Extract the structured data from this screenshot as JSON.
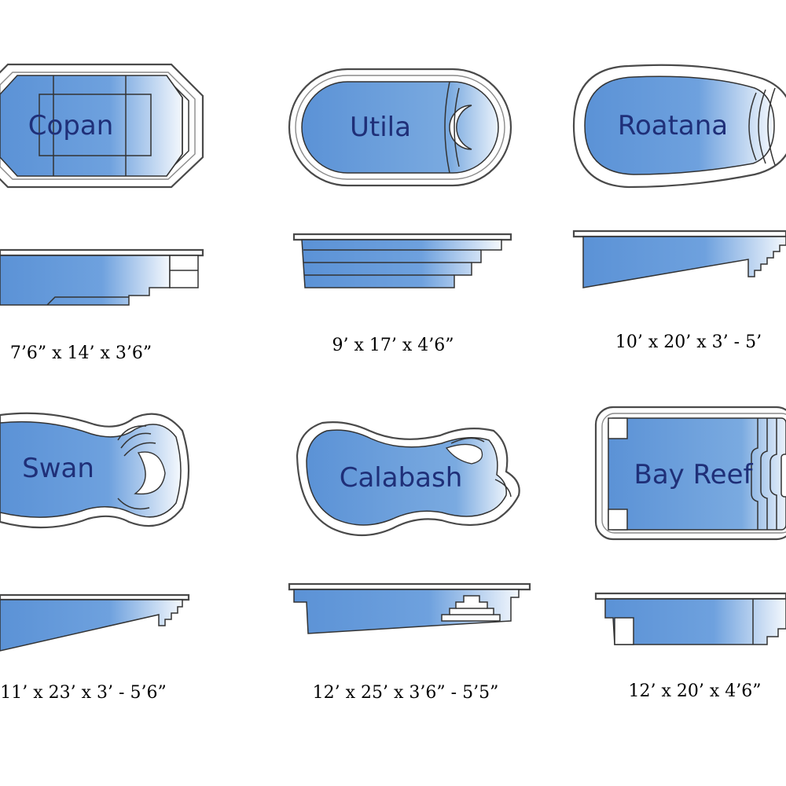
{
  "colors": {
    "water_dark": "#5b92d6",
    "water_light": "#ffffff",
    "label": "#1f2f78",
    "outline": "#333333"
  },
  "pools": [
    {
      "name": "Copan",
      "dimensions": "7’6” x 14’ x 3’6”"
    },
    {
      "name": "Utila",
      "dimensions": "9’ x 17’ x 4’6”"
    },
    {
      "name": "Roatana",
      "dimensions": "10’ x 20’ x 3’ - 5’"
    },
    {
      "name": "Swan",
      "dimensions": "11’ x 23’ x 3’ - 5’6”"
    },
    {
      "name": "Calabash",
      "dimensions": "12’ x 25’ x 3’6” - 5’5”"
    },
    {
      "name": "Bay Reef",
      "dimensions": "12’ x 20’ x 4’6”"
    }
  ]
}
